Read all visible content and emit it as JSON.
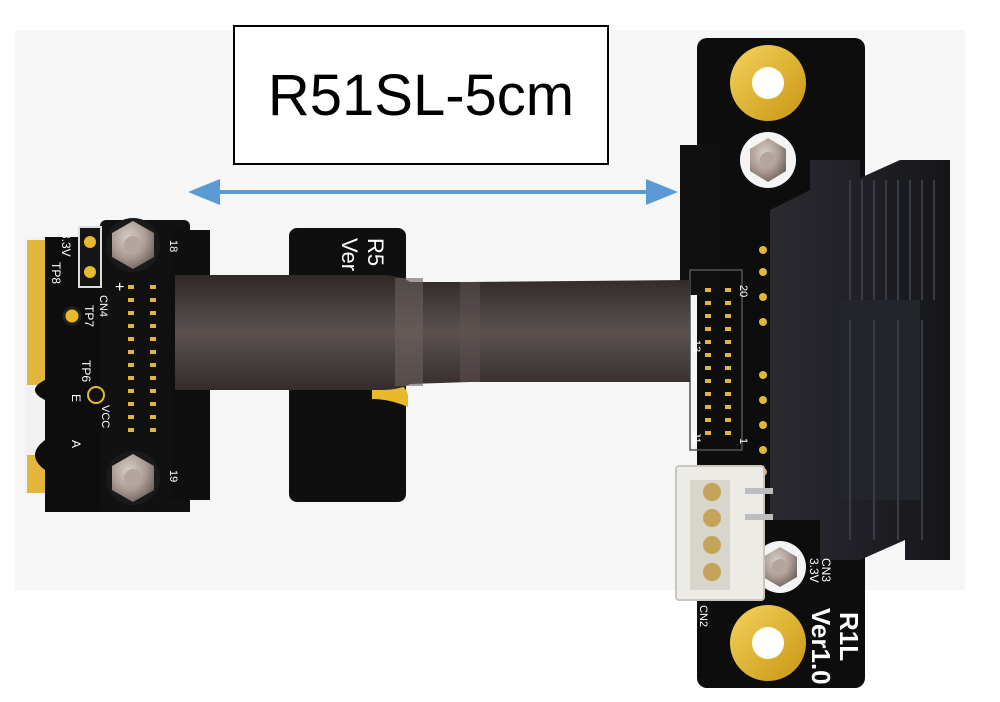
{
  "title_label": "R51SL-5cm",
  "left_board": {
    "silk_top": "3.3V",
    "silk_tp8": "TP8",
    "silk_tp7": "TP7",
    "silk_cn": "CN4",
    "silk_tp6": "TP6",
    "silk_e": "E",
    "silk_a": "A",
    "silk_vcc": "VCC",
    "silk_plus": "+",
    "pin_top": "18",
    "pin_bottom": "19",
    "rear_label_1": "R5",
    "rear_label_2": "Ver"
  },
  "right_board": {
    "pin_20": "20",
    "pin_13": "13",
    "pin_1": "1",
    "j1": "J1",
    "cn3": "CN3",
    "v33": "3.3V",
    "cn2": "CN2",
    "model": "R1L",
    "version": "Ver1.0"
  },
  "colors": {
    "pcb": "#0d0d0d",
    "gold": "#e8b92c",
    "cable": "#4a4240",
    "arrow": "#5a9bd5",
    "slot": "#1c1d22"
  }
}
